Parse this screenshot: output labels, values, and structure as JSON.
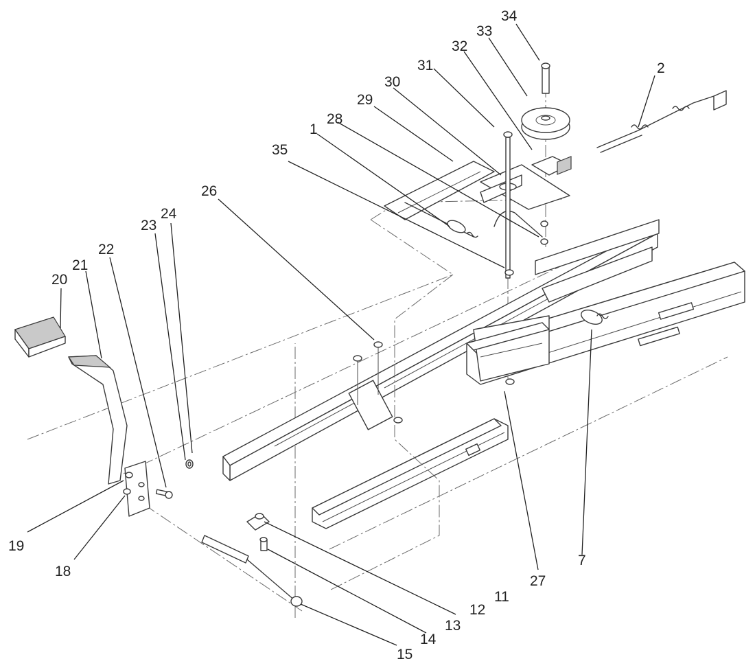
{
  "diagram": {
    "callouts": [
      {
        "id": "c1",
        "label": "1"
      },
      {
        "id": "c2",
        "label": "2"
      },
      {
        "id": "c7",
        "label": "7"
      },
      {
        "id": "c11",
        "label": "11"
      },
      {
        "id": "c12",
        "label": "12"
      },
      {
        "id": "c13",
        "label": "13"
      },
      {
        "id": "c14",
        "label": "14"
      },
      {
        "id": "c15",
        "label": "15"
      },
      {
        "id": "c18",
        "label": "18"
      },
      {
        "id": "c19",
        "label": "19"
      },
      {
        "id": "c20",
        "label": "20"
      },
      {
        "id": "c21",
        "label": "21"
      },
      {
        "id": "c22",
        "label": "22"
      },
      {
        "id": "c23",
        "label": "23"
      },
      {
        "id": "c24",
        "label": "24"
      },
      {
        "id": "c26",
        "label": "26"
      },
      {
        "id": "c27",
        "label": "27"
      },
      {
        "id": "c28",
        "label": "28"
      },
      {
        "id": "c29",
        "label": "29"
      },
      {
        "id": "c30",
        "label": "30"
      },
      {
        "id": "c31",
        "label": "31"
      },
      {
        "id": "c32",
        "label": "32"
      },
      {
        "id": "c33",
        "label": "33"
      },
      {
        "id": "c34",
        "label": "34"
      },
      {
        "id": "c35",
        "label": "35"
      }
    ]
  }
}
